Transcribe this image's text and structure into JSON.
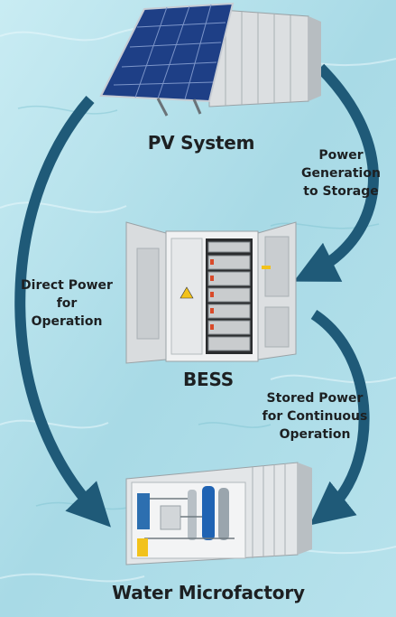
{
  "colors": {
    "water_light": "#cdeef4",
    "water_mid": "#a9dbe6",
    "water_dark": "#7cc2d3",
    "arrow": "#1f5a78",
    "text": "#1d2022"
  },
  "nodes": {
    "pv": {
      "label": "PV System",
      "icon": "solar-container"
    },
    "bess": {
      "label": "BESS",
      "icon": "battery-cabinet"
    },
    "water": {
      "label": "Water Microfactory",
      "icon": "water-treatment-container"
    }
  },
  "flows": {
    "generation": {
      "lines": [
        "Power",
        "Generation",
        "to Storage"
      ]
    },
    "direct": {
      "lines": [
        "Direct Power",
        "for",
        "Operation"
      ]
    },
    "stored": {
      "lines": [
        "Stored Power",
        "for Continuous",
        "Operation"
      ]
    }
  }
}
